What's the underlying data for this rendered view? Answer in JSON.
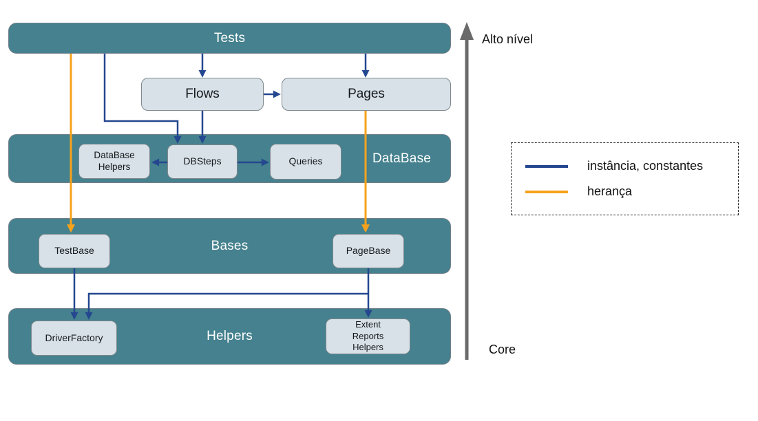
{
  "layers": {
    "tests": {
      "label": "Tests"
    },
    "database": {
      "label": "DataBase"
    },
    "bases": {
      "label": "Bases"
    },
    "helpers": {
      "label": "Helpers"
    }
  },
  "nodes": {
    "flows": {
      "label": "Flows"
    },
    "pages": {
      "label": "Pages"
    },
    "database_helpers": {
      "label": "DataBase Helpers"
    },
    "dbsteps": {
      "label": "DBSteps"
    },
    "queries": {
      "label": "Queries"
    },
    "testbase": {
      "label": "TestBase"
    },
    "pagebase": {
      "label": "PageBase"
    },
    "driverfactory": {
      "label": "DriverFactory"
    },
    "extent_reports_helpers": {
      "label": "Extent Reports Helpers"
    }
  },
  "axis": {
    "top_label": "Alto nível",
    "bottom_label": "Core"
  },
  "legend": {
    "items": [
      {
        "name": "instancia",
        "color": "#24478f",
        "label": "instância, constantes"
      },
      {
        "name": "heranca",
        "color": "#f6a21c",
        "label": "herança"
      }
    ]
  },
  "edges": [
    {
      "from": "Tests",
      "to": "Flows",
      "type": "instancia"
    },
    {
      "from": "Tests",
      "to": "Pages",
      "type": "instancia"
    },
    {
      "from": "Flows",
      "to": "Pages",
      "type": "instancia"
    },
    {
      "from": "Tests",
      "to": "DBSteps",
      "type": "instancia"
    },
    {
      "from": "Flows",
      "to": "DBSteps",
      "type": "instancia"
    },
    {
      "from": "DBSteps",
      "to": "DataBase Helpers",
      "type": "instancia"
    },
    {
      "from": "DBSteps",
      "to": "Queries",
      "type": "instancia"
    },
    {
      "from": "Tests",
      "to": "TestBase",
      "type": "heranca"
    },
    {
      "from": "Pages",
      "to": "PageBase",
      "type": "heranca"
    },
    {
      "from": "TestBase",
      "to": "DriverFactory",
      "type": "instancia"
    },
    {
      "from": "PageBase",
      "to": "DriverFactory",
      "type": "instancia"
    },
    {
      "from": "PageBase",
      "to": "Extent Reports Helpers",
      "type": "instancia"
    }
  ],
  "colors": {
    "layer_fill": "#45818e",
    "node_fill": "#d7e1e7",
    "instance_arrow": "#24478f",
    "inheritance_arrow": "#f6a21c",
    "axis_arrow": "#6a6a6a"
  }
}
